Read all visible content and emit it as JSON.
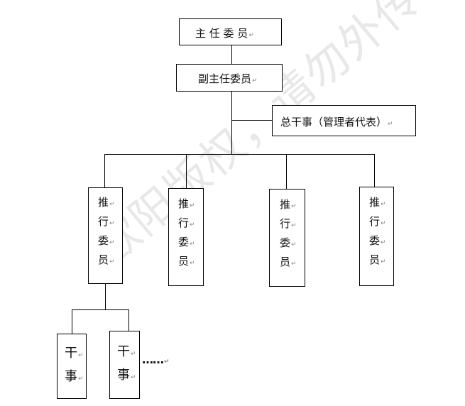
{
  "watermark": "欧阳版权，请勿外传",
  "return_mark": "↵",
  "chairman": "主 任 委 员",
  "vice_chairman": "副主任委员",
  "secretary_general": "总干事（管理者代表）",
  "promoters": [
    [
      "推",
      "行",
      "委",
      "员"
    ],
    [
      "推",
      "行",
      "委",
      "员"
    ],
    [
      "推",
      "行",
      "委",
      "员"
    ],
    [
      "推",
      "行",
      "委",
      "员"
    ]
  ],
  "officers": [
    [
      "干",
      "事"
    ],
    [
      "干",
      "事"
    ]
  ],
  "ellipsis": "……"
}
